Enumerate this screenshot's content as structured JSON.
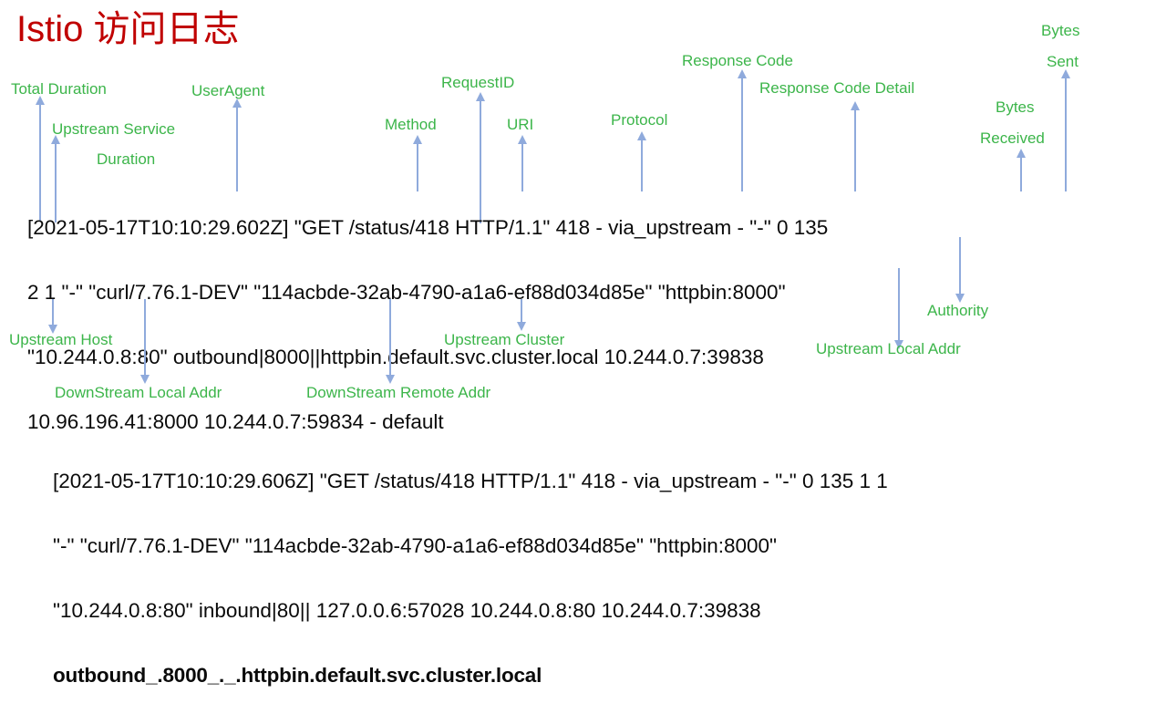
{
  "title": "Istio 访问日志",
  "colors": {
    "title": "#C00000",
    "label": "#3CB54A",
    "arrow": "#8FAADC",
    "text": "#0A0A0A",
    "background": "#FFFFFF"
  },
  "annotations": {
    "top": [
      {
        "label": "Total Duration",
        "name": "total-duration"
      },
      {
        "label": "Upstream Service",
        "name": "upstream-service"
      },
      {
        "label": "Duration",
        "name": "upstream-service-duration"
      },
      {
        "label": "UserAgent",
        "name": "user-agent"
      },
      {
        "label": "Method",
        "name": "method"
      },
      {
        "label": "RequestID",
        "name": "request-id"
      },
      {
        "label": "URI",
        "name": "uri"
      },
      {
        "label": "Protocol",
        "name": "protocol"
      },
      {
        "label": "Response Code",
        "name": "response-code"
      },
      {
        "label": "Response Code Detail",
        "name": "response-code-detail"
      },
      {
        "label": "Bytes",
        "name": "bytes-received-1"
      },
      {
        "label": "Received",
        "name": "bytes-received-2"
      },
      {
        "label": "Bytes",
        "name": "bytes-sent-1"
      },
      {
        "label": "Sent",
        "name": "bytes-sent-2"
      }
    ],
    "bottom": [
      {
        "label": "Upstream Host",
        "name": "upstream-host"
      },
      {
        "label": "Upstream Cluster",
        "name": "upstream-cluster"
      },
      {
        "label": "Authority",
        "name": "authority"
      },
      {
        "label": "Upstream Local Addr",
        "name": "upstream-local-addr"
      },
      {
        "label": "DownStream Local Addr",
        "name": "downstream-local-addr"
      },
      {
        "label": "DownStream Remote Addr",
        "name": "downstream-remote-addr"
      }
    ]
  },
  "log_entries": [
    {
      "name": "outbound-access-log",
      "lines": [
        "[2021-05-17T10:10:29.602Z] \"GET /status/418 HTTP/1.1\" 418 - via_upstream - \"-\" 0 135",
        "2 1 \"-\" \"curl/7.76.1-DEV\" \"114acbde-32ab-4790-a1a6-ef88d034d85e\" \"httpbin:8000\"",
        "\"10.244.0.8:80\" outbound|8000||httpbin.default.svc.cluster.local 10.244.0.7:39838",
        "10.96.196.41:8000 10.244.0.7:59834 - default"
      ],
      "bold_lines": []
    },
    {
      "name": "inbound-access-log",
      "lines": [
        "[2021-05-17T10:10:29.606Z] \"GET /status/418 HTTP/1.1\" 418 - via_upstream - \"-\" 0 135 1 1",
        "\"-\" \"curl/7.76.1-DEV\" \"114acbde-32ab-4790-a1a6-ef88d034d85e\" \"httpbin:8000\"",
        "\"10.244.0.8:80\" inbound|80|| 127.0.0.6:57028 10.244.0.8:80 10.244.0.7:39838",
        "outbound_.8000_._.httpbin.default.svc.cluster.local"
      ],
      "bold_lines": [
        3
      ]
    }
  ]
}
